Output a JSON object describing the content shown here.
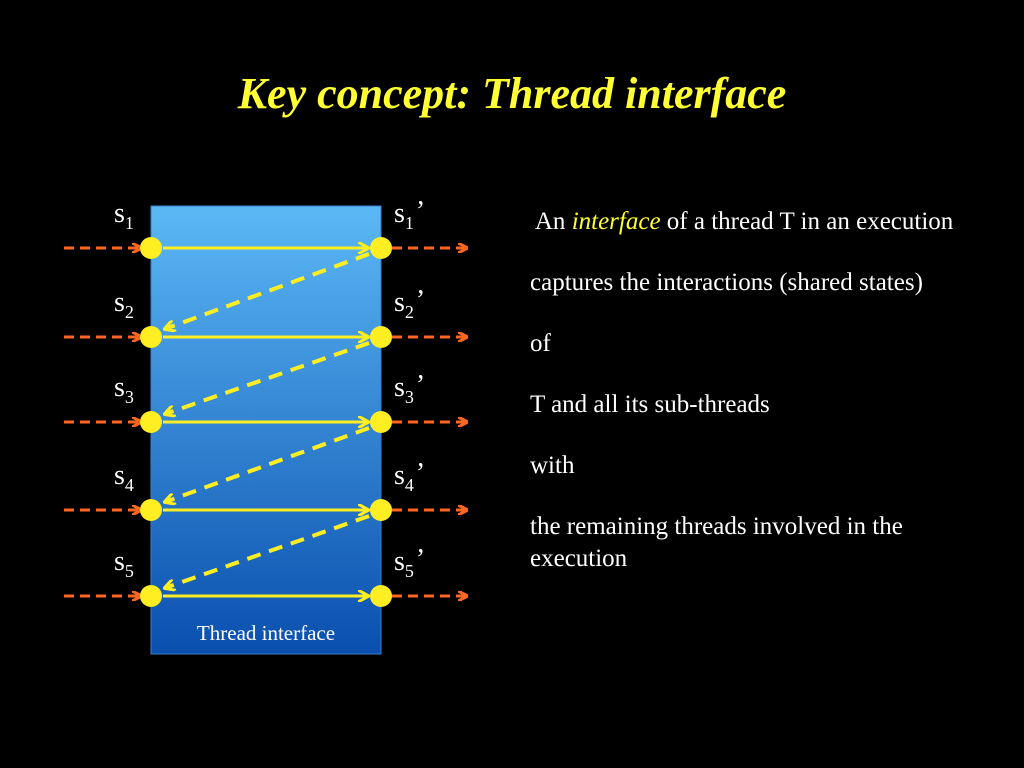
{
  "title": "Key concept: Thread interface",
  "states": [
    {
      "label": "s",
      "sub": "1",
      "prime_label": "s",
      "prime_sub": "1",
      "prime_mark": "’"
    },
    {
      "label": "s",
      "sub": "2",
      "prime_label": "s",
      "prime_sub": "2",
      "prime_mark": "’"
    },
    {
      "label": "s",
      "sub": "3",
      "prime_label": "s",
      "prime_sub": "3",
      "prime_mark": "’"
    },
    {
      "label": "s",
      "sub": "4",
      "prime_label": "s",
      "prime_sub": "4",
      "prime_mark": "’"
    },
    {
      "label": "s",
      "sub": "5",
      "prime_label": "s",
      "prime_sub": "5",
      "prime_mark": "’"
    }
  ],
  "box_caption": "Thread interface",
  "text": {
    "p1_before": " An ",
    "p1_em": "interface",
    "p1_after": " of a thread T in an execution",
    "p2": "captures the interactions (shared states)",
    "p3": "of",
    "p4": "T and all its sub-threads",
    "p5": "with",
    "p6": "the remaining threads involved in the execution"
  },
  "colors": {
    "background": "#000000",
    "title": "#ffff33",
    "box_top": "#5bb8f5",
    "box_bottom": "#0a4fae",
    "node": "#ffee22",
    "edge": "#ffee22",
    "external_arrow": "#ff6622",
    "text": "#ffffff"
  }
}
